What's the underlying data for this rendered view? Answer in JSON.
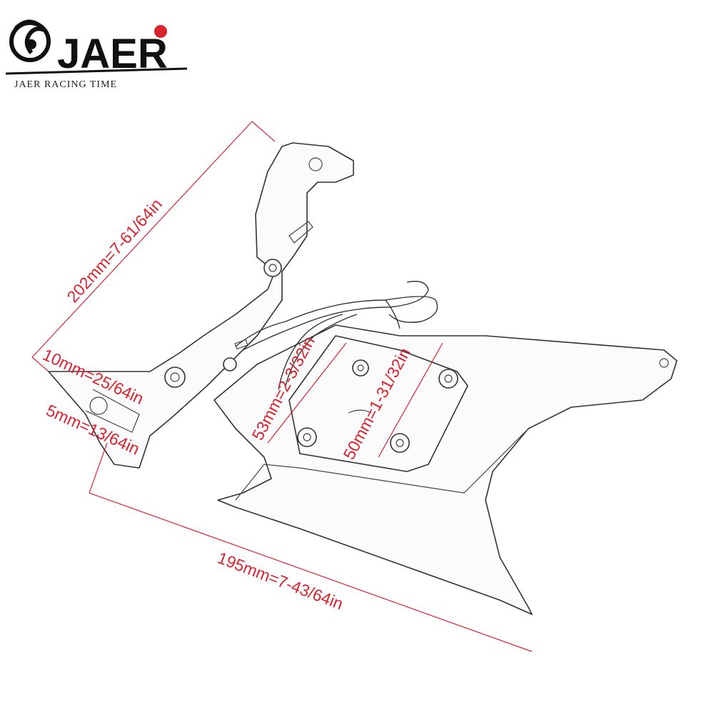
{
  "brand": {
    "logo_text": "JAER",
    "tagline": "JAER RACING TIME"
  },
  "dimensions": {
    "length_202": "202mm=7-61/64in",
    "length_10": "10mm=25/64in",
    "length_5": "5mm=13/64in",
    "length_53": "53mm=2-3/32in",
    "length_50": "50mm=1-31/32in",
    "length_195": "195mm=7-43/64in"
  },
  "colors": {
    "dimension": "#d9232e",
    "outline": "#333333",
    "brand_accent": "#d9232e"
  }
}
